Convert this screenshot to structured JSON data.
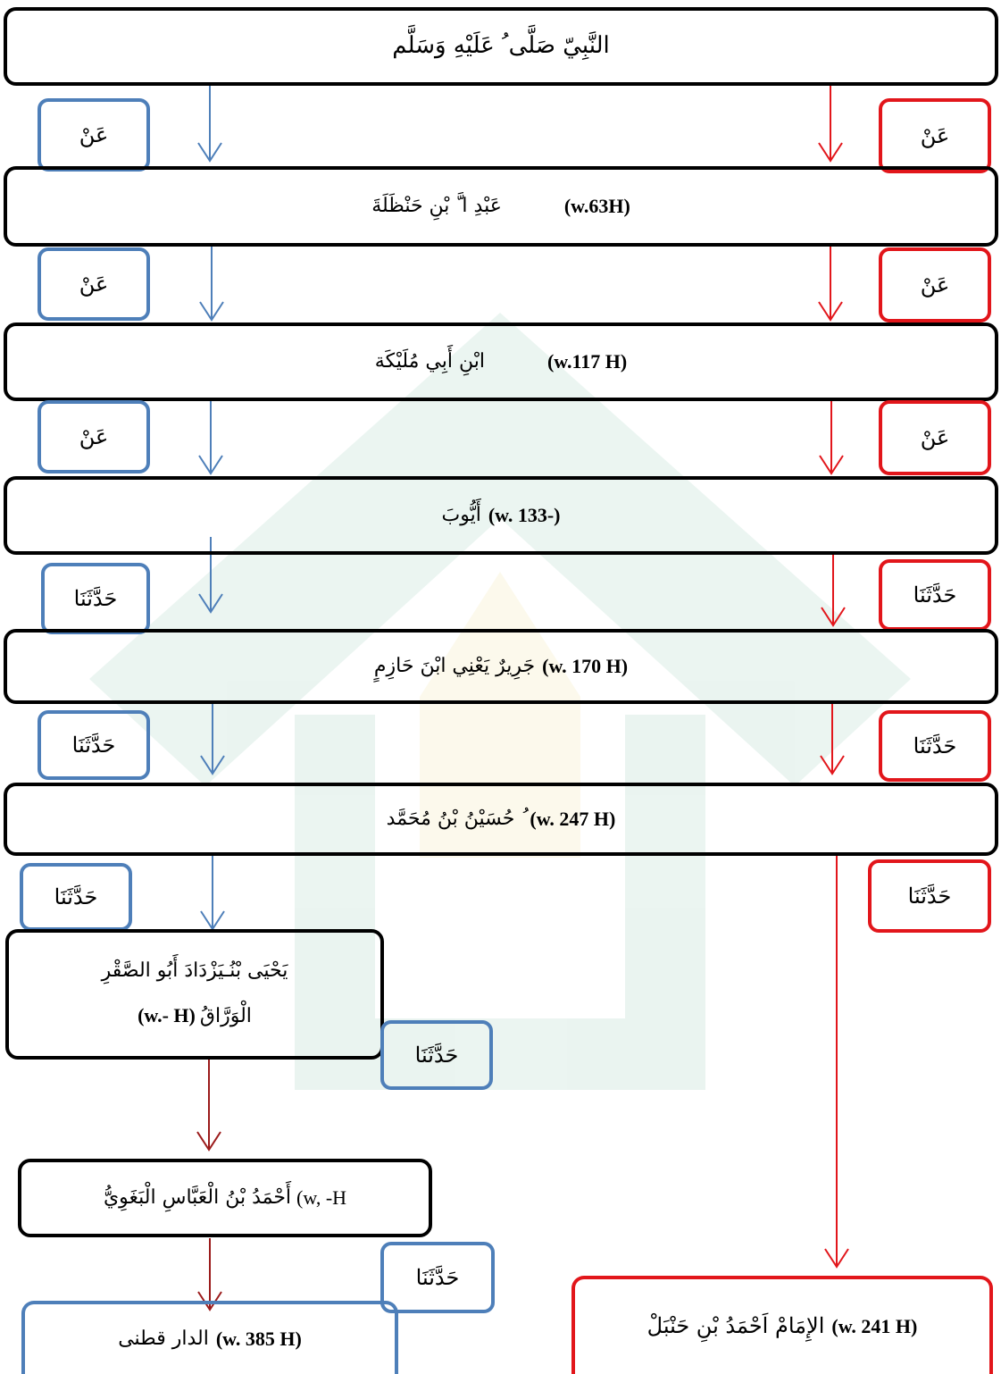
{
  "nodes": {
    "prophet": "النَّبِيّ صَلَّى ُ عَلَيْهِ وَسَلَّم",
    "abdullah": {
      "name": "عَبْدِ ا َّ بْنِ حَنْظَلَةَ",
      "year": "(w.63H)"
    },
    "ibn_abi_mulaikah": {
      "name": "ابْنِ أَبِي مُلَيْكَة",
      "year": "(w.117 H)"
    },
    "ayyub": {
      "name": "أَيُّوبَ",
      "year": "(w. 133-)"
    },
    "jarir": {
      "name": "جَرِيرٌ يَعْنِي ابْنَ حَازِمٍ",
      "year": "(w. 170 H)"
    },
    "husain": {
      "name": "ُ حُسَيْنُ بْنُ مُحَمَّد",
      "year": "(w. 247 H)"
    },
    "yahya": {
      "line1": "يَحْيَى بْنُـيَزْدَادَ أَبُو الصَّقْرِ",
      "name": "الْوَرَّاقُ",
      "year": "(w.- H)"
    },
    "ahmad_baghawi": {
      "name": "أَحْمَدُ بْنُ الْعَبَّاسِ الْبَغَوِيُّ",
      "year": "(w, -H"
    },
    "daraqutni": {
      "name": "الدار قطنى",
      "year": "(w. 385 H)"
    },
    "imam_ahmad": {
      "name": "الإِمَامْ اَحْمَدُ بْنِ حَنْبَلْ",
      "year": "(w. 241 H)"
    }
  },
  "connectors": {
    "an": "عَنْ",
    "haddathana": "حَدَّثَنَا"
  },
  "colors": {
    "blue_chain": "#4e7fb9",
    "red_chain": "#e2161b",
    "lower_chain_arrows": "#9b1b1b",
    "watermark": "#3c9a78"
  }
}
